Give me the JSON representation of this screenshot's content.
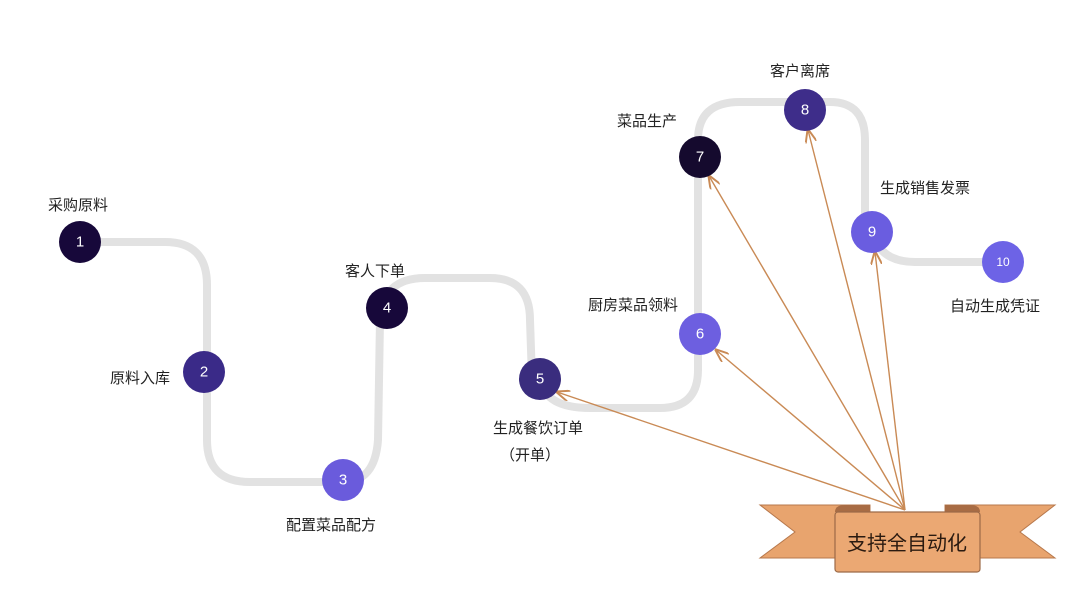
{
  "title": "餐饮自动化流程",
  "colors": {
    "path": "#e2e2e2",
    "arrow": "#c98a55",
    "banner": "#e8a46e",
    "banner_dark": "#b7784c"
  },
  "steps": [
    {
      "num": "1",
      "label": "采购原料",
      "color": "#17083a"
    },
    {
      "num": "2",
      "label": "原料入库",
      "color": "#3a2a88"
    },
    {
      "num": "3",
      "label": "配置菜品配方",
      "color": "#6a5bdc"
    },
    {
      "num": "4",
      "label": "客人下单",
      "color": "#17083a"
    },
    {
      "num": "5",
      "label": "生成餐饮订单",
      "label2": "（开单）",
      "color": "#3a2d7e"
    },
    {
      "num": "6",
      "label": "厨房菜品领料",
      "color": "#6d5fe0"
    },
    {
      "num": "7",
      "label": "菜品生产",
      "color": "#150a2e"
    },
    {
      "num": "8",
      "label": "客户离席",
      "color": "#3e2d8a"
    },
    {
      "num": "9",
      "label": "生成销售发票",
      "color": "#6a5de0"
    },
    {
      "num": "10",
      "label": "自动生成凭证",
      "color": "#6d63e6"
    }
  ],
  "banner": {
    "text": "支持全自动化"
  }
}
